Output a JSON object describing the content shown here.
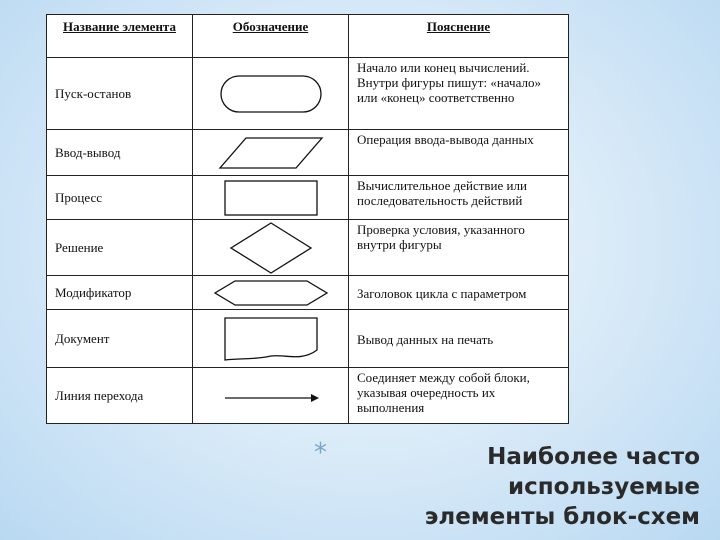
{
  "table": {
    "headers": [
      "Название элемента",
      "Обозначение",
      "Пояснение"
    ],
    "rows": [
      {
        "name": "Пуск-останов",
        "shape": "terminator",
        "desc": "Начало или конец вычислений. Внутри фигуры пишут: «начало» или «конец» соответственно"
      },
      {
        "name": "Ввод-вывод",
        "shape": "parallelogram",
        "desc": "Операция ввода-вывода данных"
      },
      {
        "name": "Процесс",
        "shape": "rectangle",
        "desc": "Вычислительное действие или последовательность действий"
      },
      {
        "name": "Решение",
        "shape": "diamond",
        "desc": "Проверка условия, указанного внутри фигуры"
      },
      {
        "name": "Модификатор",
        "shape": "hexagon",
        "desc": "Заголовок цикла с параметром"
      },
      {
        "name": "Документ",
        "shape": "document",
        "desc": "Вывод данных на печать"
      },
      {
        "name": "Линия перехода",
        "shape": "arrow",
        "desc": "Соединяет между собой блоки, указывая очередность их выполнения"
      }
    ]
  },
  "caption": {
    "bullet": "*",
    "line1": "Наиболее часто используемые",
    "line2": "элементы блок-схем"
  }
}
